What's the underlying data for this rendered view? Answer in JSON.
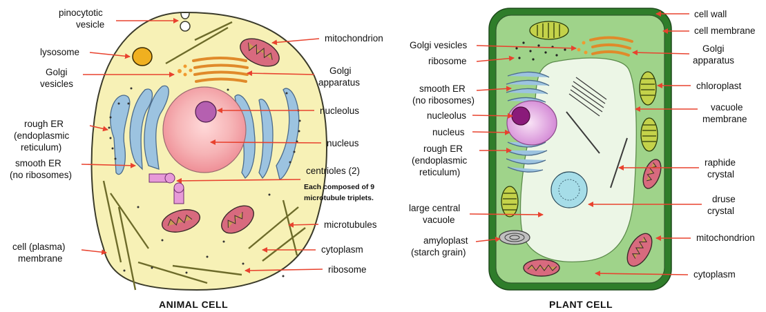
{
  "animal_cell": {
    "title": "ANIMAL CELL",
    "labels": {
      "pinocytotic_1": "pinocytotic",
      "pinocytotic_2": "vesicle",
      "lysosome": "lysosome",
      "golgi_vesicles_1": "Golgi",
      "golgi_vesicles_2": "vesicles",
      "rough_er_1": "rough ER",
      "rough_er_2": "(endoplasmic",
      "rough_er_3": "reticulum)",
      "smooth_er_1": "smooth ER",
      "smooth_er_2": "(no ribosomes)",
      "cell_membrane_1": "cell (plasma)",
      "cell_membrane_2": "membrane",
      "mitochondrion": "mitochondrion",
      "golgi_apparatus_1": "Golgi",
      "golgi_apparatus_2": "apparatus",
      "nucleolus": "nucleolus",
      "nucleus": "nucleus",
      "centrioles": "centrioles (2)",
      "centrioles_note_1": "Each composed of 9",
      "centrioles_note_2": "microtubule triplets.",
      "microtubules": "microtubules",
      "cytoplasm": "cytoplasm",
      "ribosome": "ribosome"
    }
  },
  "plant_cell": {
    "title": "PLANT CELL",
    "labels": {
      "cell_wall": "cell wall",
      "cell_membrane": "cell membrane",
      "golgi_vesicles": "Golgi vesicles",
      "ribosome": "ribosome",
      "golgi_apparatus_1": "Golgi",
      "golgi_apparatus_2": "apparatus",
      "smooth_er_1": "smooth ER",
      "smooth_er_2": "(no ribosomes)",
      "chloroplast": "chloroplast",
      "nucleolus": "nucleolus",
      "vacuole_membrane_1": "vacuole",
      "vacuole_membrane_2": "membrane",
      "nucleus": "nucleus",
      "rough_er_1": "rough ER",
      "rough_er_2": "(endoplasmic",
      "rough_er_3": "reticulum)",
      "raphide_1": "raphide",
      "raphide_2": "crystal",
      "druse_1": "druse",
      "druse_2": "crystal",
      "vacuole_1": "large central",
      "vacuole_2": "vacuole",
      "amyloplast_1": "amyloplast",
      "amyloplast_2": "(starch grain)",
      "mitochondrion": "mitochondrion",
      "cytoplasm": "cytoplasm"
    }
  },
  "colors": {
    "arrow": "#e8422e",
    "animal_cytoplasm": "#f7f1b6",
    "plant_wall": "#2f7d2a",
    "plant_cytoplasm": "#9fd38a",
    "vacuole": "#ecf6e6",
    "nucleus": "#f4a7ad",
    "nucleolus": "#b560b0"
  }
}
